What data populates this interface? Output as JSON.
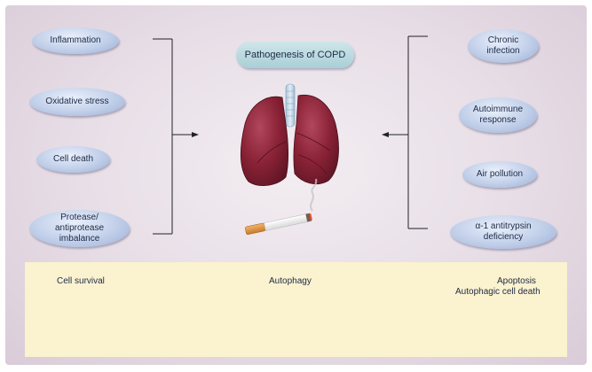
{
  "title": "Pathogenesis of COPD",
  "left_factors": [
    "Inflammation",
    "Oxidative stress",
    "Cell death",
    "Protease/ antiprotease imbalance"
  ],
  "right_factors": [
    "Chronic infection",
    "Autoimmune response",
    "Air pollution",
    "α-1 antitrypsin deficiency"
  ],
  "balance": {
    "left_label": "Cell survival",
    "center_label": "Autophagy",
    "right_label_line1": "Apoptosis",
    "right_label_line2": "Autophagic cell death"
  },
  "colors": {
    "background": "#e4d9e3",
    "oval": "#b8c8e6",
    "pill": "#b7d8de",
    "panel": "#fbf2cf",
    "beam": "#5a3a63"
  }
}
